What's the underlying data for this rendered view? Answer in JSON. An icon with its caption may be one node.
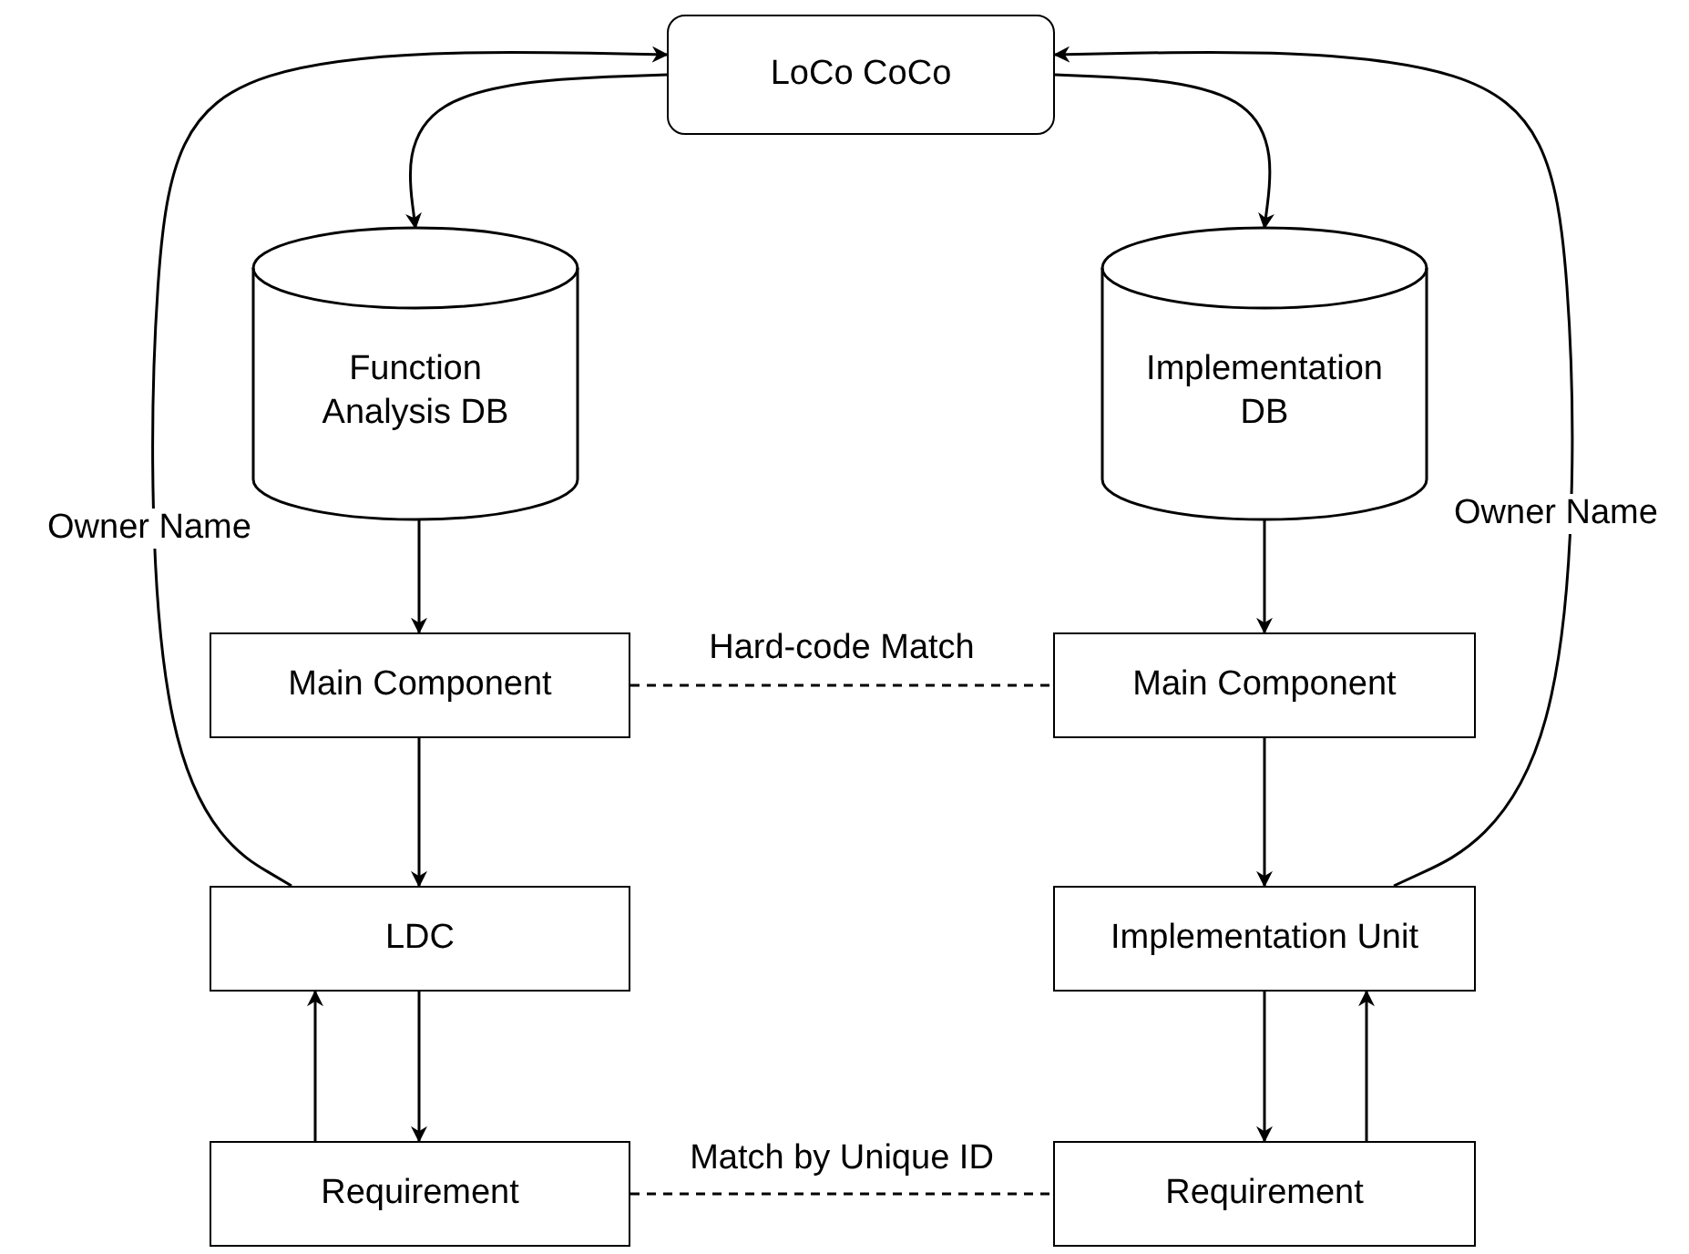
{
  "diagram": {
    "nodes": [
      {
        "text": [
          "LoCo CoCo"
        ]
      },
      {
        "text": [
          "Function Analysis DB"
        ]
      },
      {
        "text": [
          "Implementation DB"
        ]
      },
      {
        "text": [
          "Main Component"
        ]
      },
      {
        "text": [
          "Main Component"
        ]
      },
      {
        "text": [
          "LDC"
        ]
      },
      {
        "text": [
          "Implementation Unit"
        ]
      },
      {
        "text": [
          "Requirement"
        ]
      },
      {
        "text": [
          "Requirement"
        ]
      }
    ],
    "edges": [
      {
        "from": 0,
        "to": 1,
        "arrow": "to"
      },
      {
        "from": 0,
        "to": 2,
        "arrow": "to"
      },
      {
        "from": 1,
        "to": 3,
        "arrow": "to"
      },
      {
        "from": 2,
        "to": 4,
        "arrow": "to"
      },
      {
        "from": 3,
        "to": 4,
        "arrow": "none",
        "style": "dashed",
        "label": "Hard-code Match"
      },
      {
        "from": 3,
        "to": 5,
        "arrow": "to"
      },
      {
        "from": 4,
        "to": 6,
        "arrow": "to"
      },
      {
        "from": 5,
        "to": 7,
        "arrow": "to"
      },
      {
        "from": 7,
        "to": 5,
        "arrow": "to"
      },
      {
        "from": 6,
        "to": 8,
        "arrow": "to"
      },
      {
        "from": 8,
        "to": 6,
        "arrow": "to"
      },
      {
        "from": 7,
        "to": 8,
        "arrow": "none",
        "style": "dashed",
        "label": "Match by Unique ID"
      },
      {
        "from": 5,
        "to": 0,
        "arrow": "to",
        "label": "Owner Name"
      },
      {
        "from": 6,
        "to": 0,
        "arrow": "to",
        "label": "Owner Name"
      }
    ]
  }
}
